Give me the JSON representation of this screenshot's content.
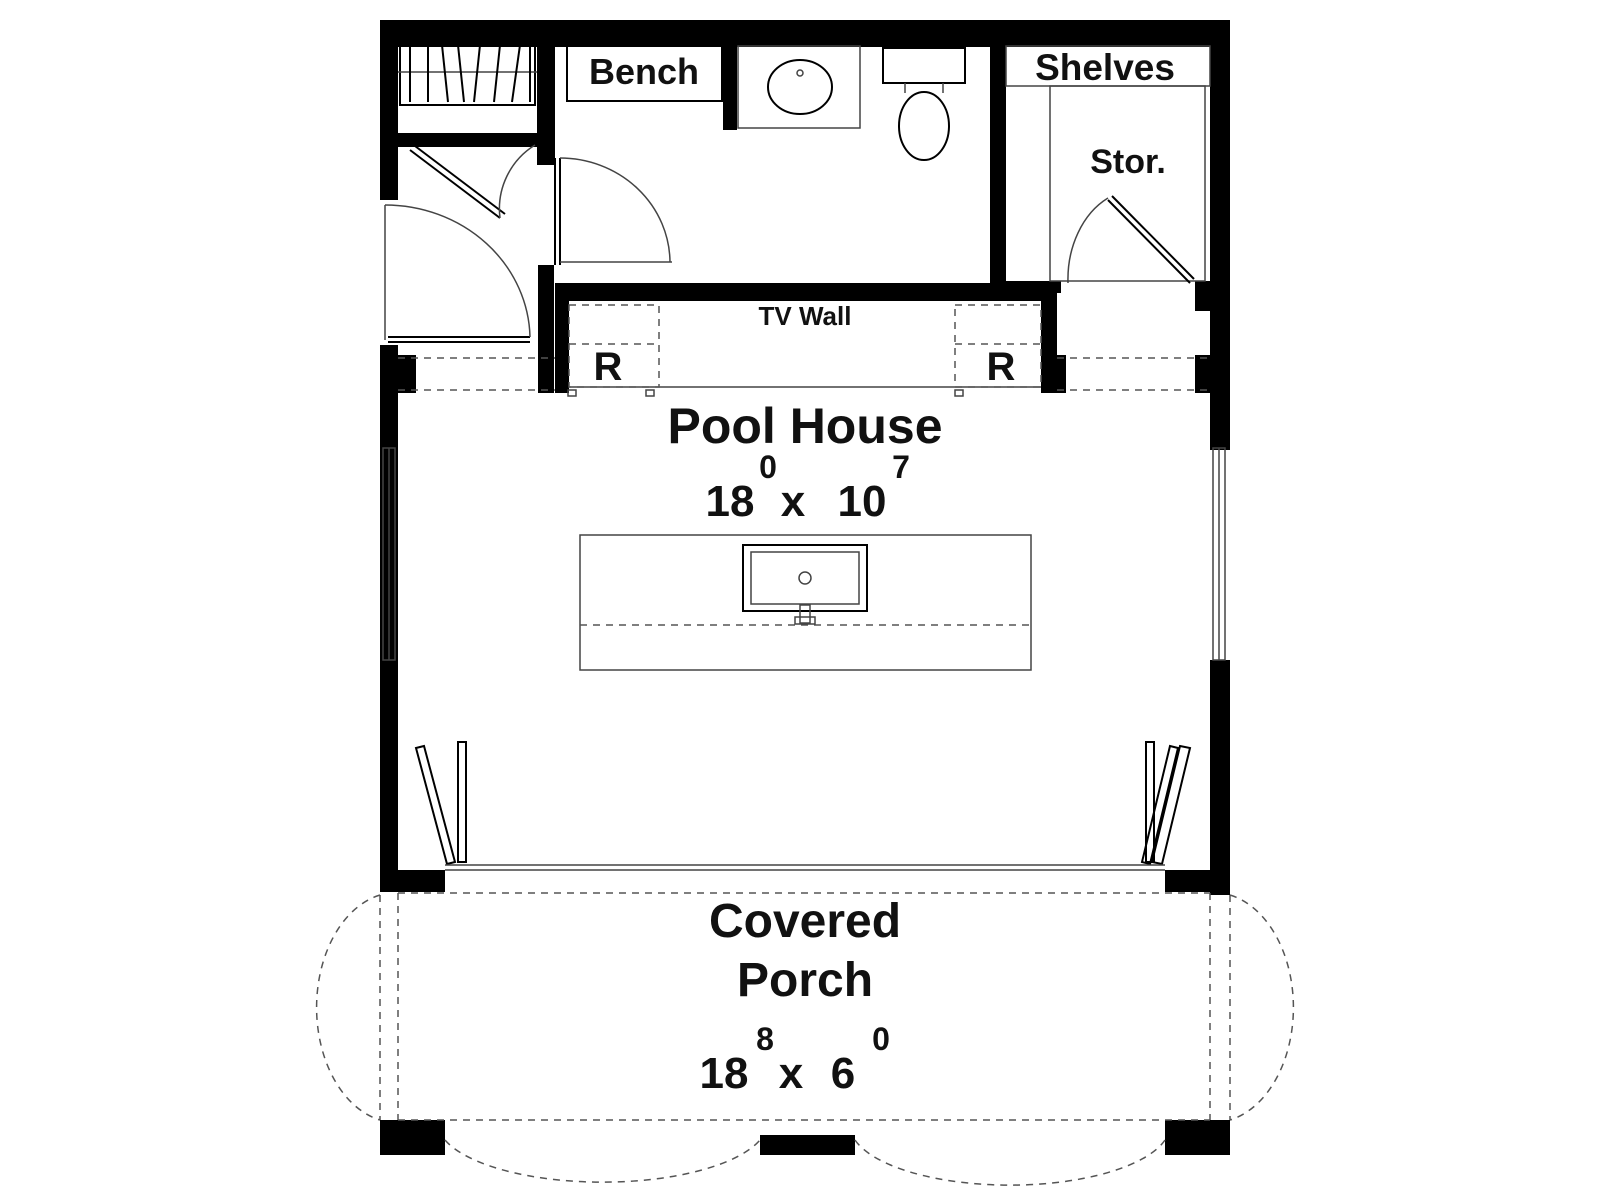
{
  "rooms": {
    "pool_house": {
      "name": "Pool House",
      "dim_ft_a": "18",
      "dim_in_a": "0",
      "dim_sep": "x",
      "dim_ft_b": "10",
      "dim_in_b": "7"
    },
    "covered_porch": {
      "name_line1": "Covered",
      "name_line2": "Porch",
      "dim_ft_a": "18",
      "dim_in_a": "8",
      "dim_sep": "x",
      "dim_ft_b": "6",
      "dim_in_b": "0"
    },
    "storage": {
      "name": "Stor."
    }
  },
  "labels": {
    "bench": "Bench",
    "shelves": "Shelves",
    "tv_wall": "TV Wall",
    "refrigerator_left": "R",
    "refrigerator_right": "R"
  },
  "colors": {
    "wall": "#000000",
    "background": "#ffffff",
    "text": "#111111"
  }
}
